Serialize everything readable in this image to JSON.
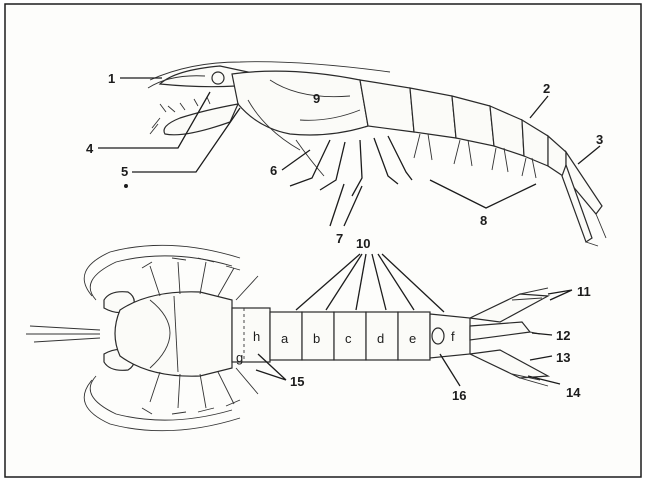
{
  "figure": {
    "side_view_labels": [
      "1",
      "2",
      "3",
      "4",
      "5",
      "6",
      "7",
      "8",
      "9"
    ],
    "top_view_labels": [
      "10",
      "11",
      "12",
      "13",
      "14",
      "15",
      "16"
    ],
    "segment_letters": [
      "h",
      "a",
      "b",
      "c",
      "d",
      "e",
      "f",
      "g"
    ]
  }
}
